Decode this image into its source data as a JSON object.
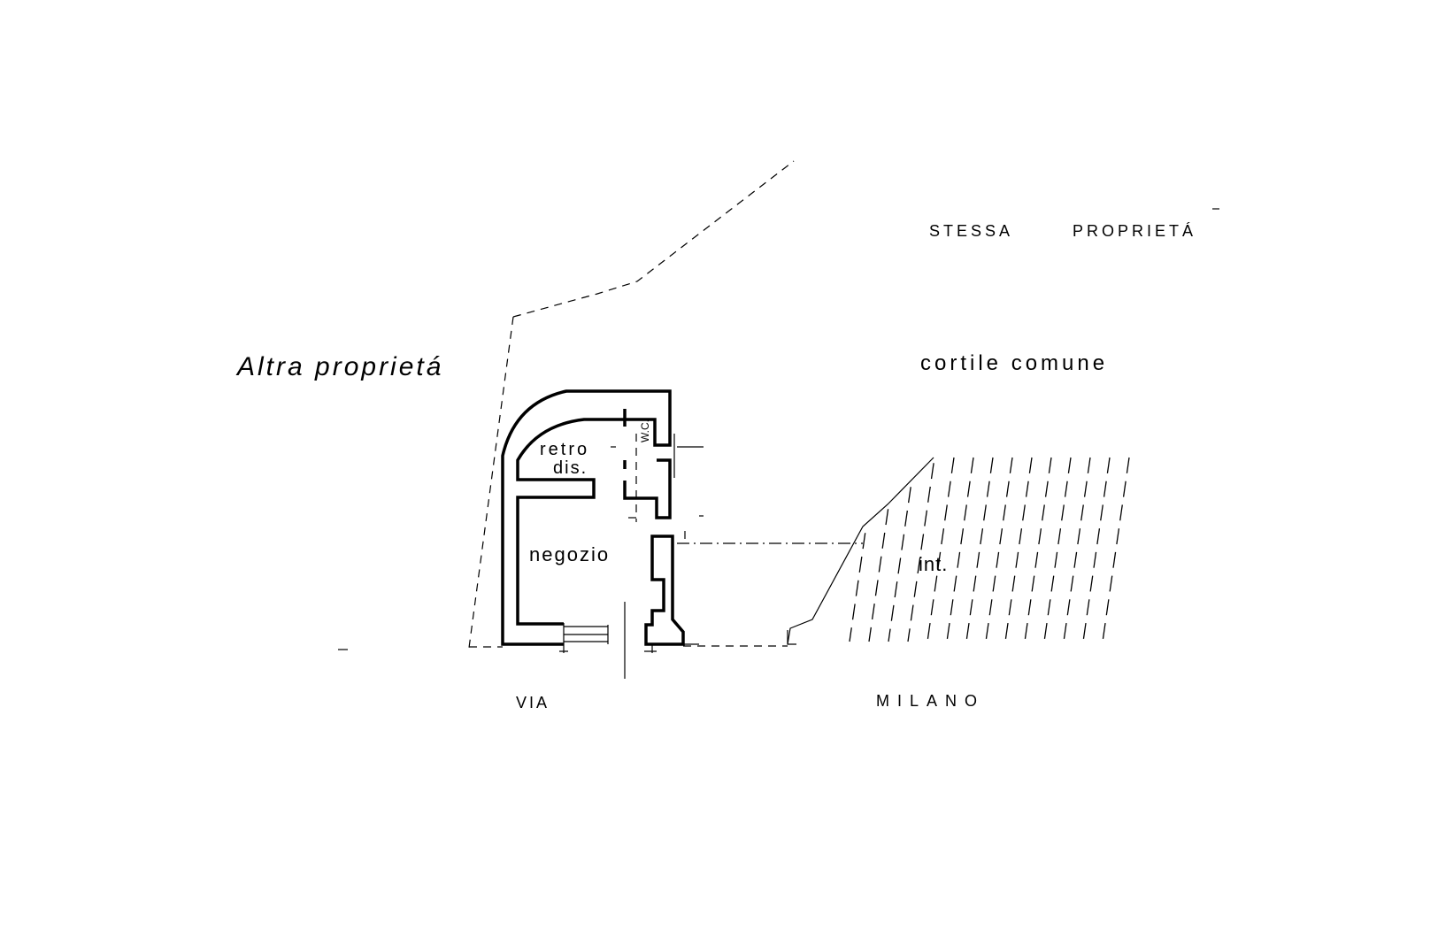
{
  "labels": {
    "other_property": "Altra proprietá",
    "same_property_1": "STESSA",
    "same_property_2": "PROPRIETÁ",
    "courtyard": "cortile comune",
    "back_room_1": "retro",
    "back_room_2": "dis.",
    "wc": "W.C.",
    "shop": "negozio",
    "interior": "int.",
    "street_1": "VIA",
    "street_2": "MILANO"
  }
}
